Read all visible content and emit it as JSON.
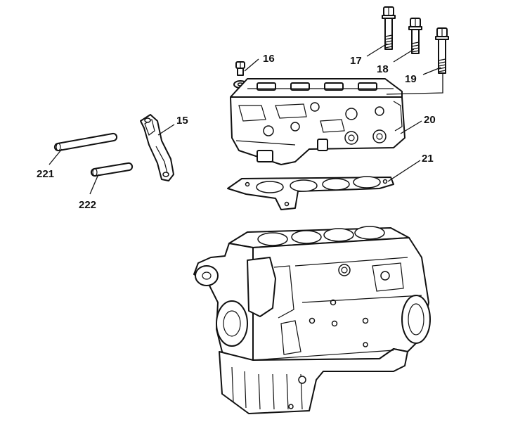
{
  "callouts": {
    "c15": "15",
    "c16": "16",
    "c17": "17",
    "c18": "18",
    "c19": "19",
    "c20": "20",
    "c21": "21",
    "c221": "221",
    "c222": "222"
  }
}
